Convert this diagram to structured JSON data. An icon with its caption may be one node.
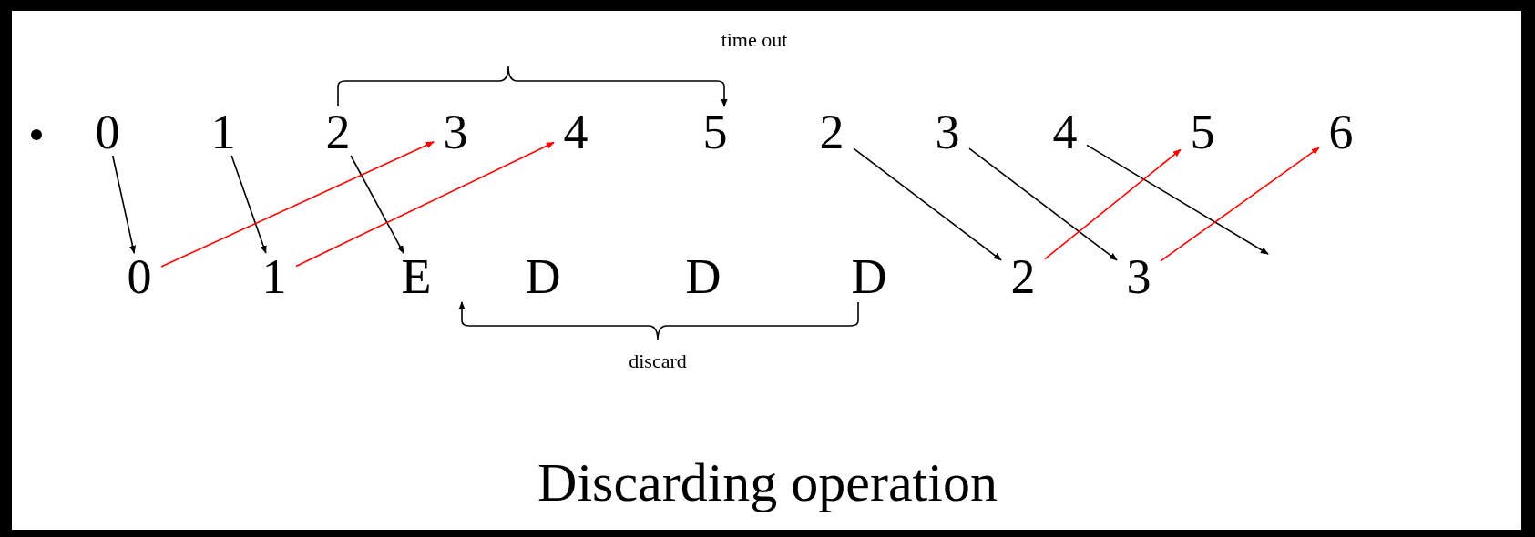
{
  "diagram": {
    "title": "Discarding operation",
    "nodes": [
      {
        "text": [
          "0"
        ]
      },
      {
        "text": [
          "1"
        ]
      },
      {
        "text": [
          "2"
        ]
      },
      {
        "text": [
          "3"
        ]
      },
      {
        "text": [
          "4"
        ]
      },
      {
        "text": [
          "5"
        ]
      },
      {
        "text": [
          "2"
        ]
      },
      {
        "text": [
          "3"
        ]
      },
      {
        "text": [
          "4"
        ]
      },
      {
        "text": [
          "5"
        ]
      },
      {
        "text": [
          "6"
        ]
      },
      {
        "text": [
          "0"
        ]
      },
      {
        "text": [
          "1"
        ]
      },
      {
        "text": [
          "E"
        ]
      },
      {
        "text": [
          "D"
        ]
      },
      {
        "text": [
          "D"
        ]
      },
      {
        "text": [
          "D"
        ]
      },
      {
        "text": [
          "2"
        ]
      },
      {
        "text": [
          "3"
        ]
      }
    ],
    "edges": [
      {
        "from": 0,
        "to": 11,
        "arrow": "to"
      },
      {
        "from": 1,
        "to": 12,
        "arrow": "to"
      },
      {
        "from": 2,
        "to": 13,
        "arrow": "to"
      },
      {
        "from": 11,
        "to": 3,
        "arrow": "to",
        "color": "#ff0000"
      },
      {
        "from": 12,
        "to": 4,
        "arrow": "to",
        "color": "#ff0000"
      },
      {
        "from": 2,
        "to": 5,
        "arrow": "to",
        "label": "time out"
      },
      {
        "from": 16,
        "to": 13,
        "arrow": "to",
        "label": "discard"
      },
      {
        "from": 6,
        "to": 17,
        "arrow": "to"
      },
      {
        "from": 7,
        "to": 18,
        "arrow": "to"
      },
      {
        "from": 8,
        "to": null,
        "arrow": "to"
      },
      {
        "from": 17,
        "to": 9,
        "arrow": "to",
        "color": "#ff0000"
      },
      {
        "from": 18,
        "to": 10,
        "arrow": "to",
        "color": "#ff0000"
      }
    ]
  }
}
